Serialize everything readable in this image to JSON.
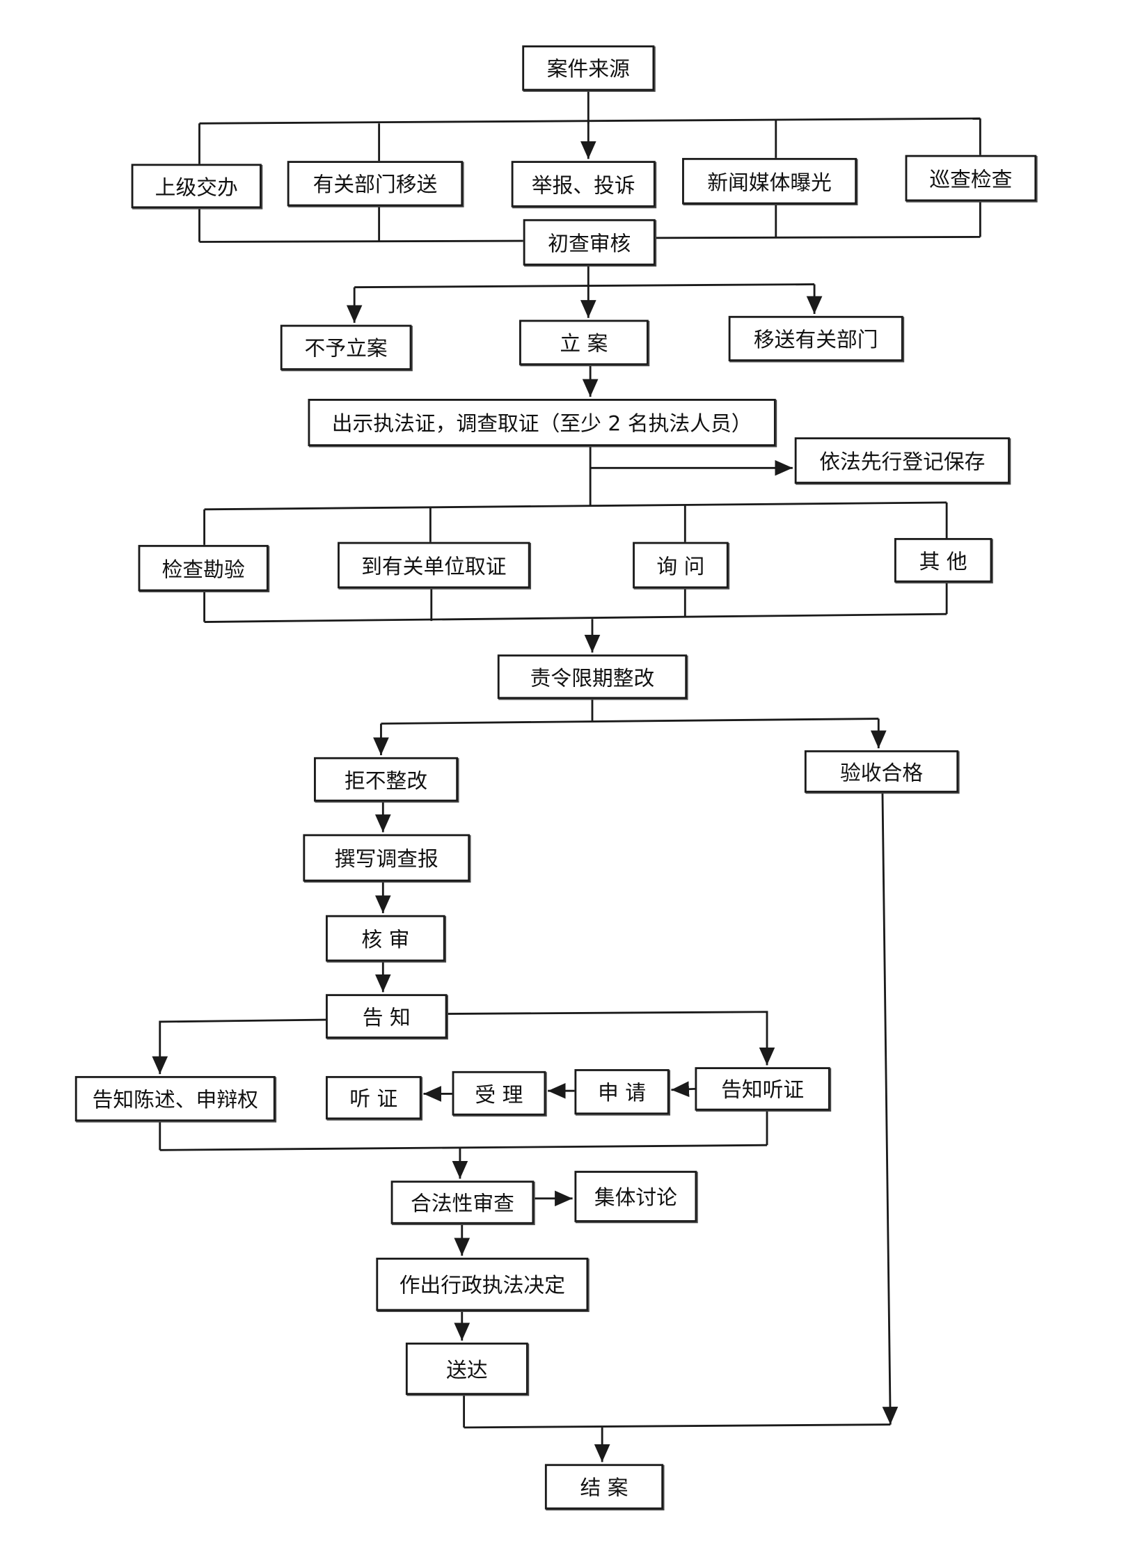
{
  "nodes": {
    "source": "案件来源",
    "superior": "上级交办",
    "dept_transfer": "有关部门移送",
    "report": "举报、投诉",
    "media": "新闻媒体曝光",
    "patrol": "巡查检查",
    "prelim": "初查审核",
    "no_case": "不予立案",
    "file_case": "立  案",
    "transfer_dept": "移送有关部门",
    "investigate": "出示执法证，调查取证（至少 2 名执法人员）",
    "preserve": "依法先行登记保存",
    "inspect": "检查勘验",
    "collect": "到有关单位取证",
    "inquiry": "询  问",
    "other": "其  他",
    "rectify": "责令限期整改",
    "refuse": "拒不整改",
    "accept": "验收合格",
    "write_report": "撰写调查报",
    "review": "核  审",
    "notify": "告  知",
    "notify_defense": "告知陈述、申辩权",
    "hearing": "听  证",
    "accepted": "受  理",
    "apply": "申  请",
    "notify_hearing": "告知听证",
    "legality": "合法性审查",
    "collective": "集体讨论",
    "decision": "作出行政执法决定",
    "deliver": "送达",
    "close": "结  案"
  }
}
